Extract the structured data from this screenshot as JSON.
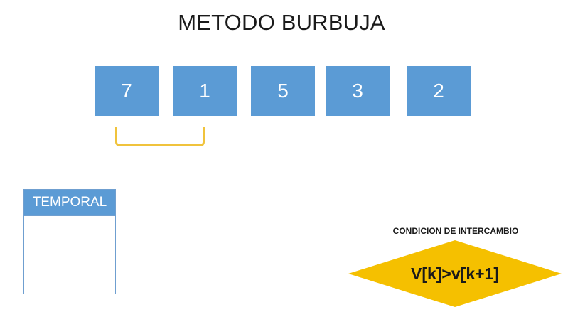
{
  "title": "METODO BURBUJA",
  "array": {
    "values": [
      "7",
      "1",
      "5",
      "3",
      "2"
    ]
  },
  "temporal": {
    "label": "TEMPORAL"
  },
  "condition": {
    "label": "CONDICION DE INTERCAMBIO",
    "expression": "V[k]>v[k+1]"
  },
  "colors": {
    "box_fill": "#5b9bd5",
    "bracket": "#f0c33c",
    "diamond_fill": "#f5c000"
  }
}
